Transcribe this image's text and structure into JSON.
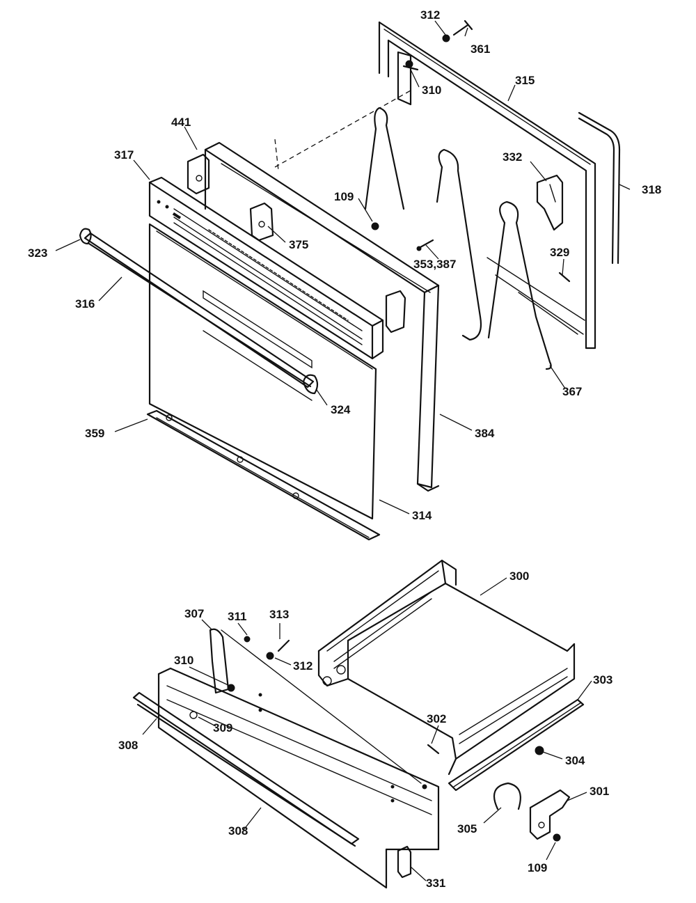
{
  "callouts": {
    "c312a": "312",
    "c361": "361",
    "c310a": "310",
    "c315": "315",
    "c441": "441",
    "c317": "317",
    "c109a": "109",
    "c332": "332",
    "c318": "318",
    "c375": "375",
    "c323": "323",
    "c329": "329",
    "c353": "353,387",
    "c316": "316",
    "c324": "324",
    "c367": "367",
    "c359": "359",
    "c384": "384",
    "c314": "314",
    "c300": "300",
    "c307": "307",
    "c311": "311",
    "c313": "313",
    "c310b": "310",
    "c312b": "312",
    "c303": "303",
    "c302": "302",
    "c308a": "308",
    "c309": "309",
    "c304": "304",
    "c301": "301",
    "c305": "305",
    "c308b": "308",
    "c109b": "109",
    "c331": "331"
  }
}
